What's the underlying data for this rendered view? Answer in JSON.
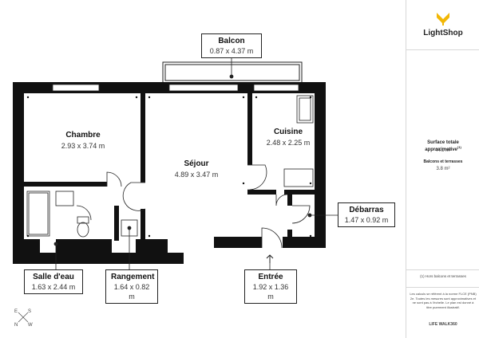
{
  "brand": {
    "name": "LightShop",
    "accent": "#f2b705"
  },
  "rooms": [
    {
      "id": "chambre",
      "name": "Chambre",
      "dims": "2.93 x 3.74 m"
    },
    {
      "id": "sejour",
      "name": "Séjour",
      "dims": "4.89 x 3.47 m"
    },
    {
      "id": "cuisine",
      "name": "Cuisine",
      "dims": "2.48 x 2.25 m"
    }
  ],
  "callouts": [
    {
      "id": "balcon",
      "name": "Balcon",
      "dims": "0.87 x 4.37 m"
    },
    {
      "id": "debarras",
      "name": "Débarras",
      "dims": "1.47 x 0.92 m"
    },
    {
      "id": "salle-deau",
      "name": "Salle d'eau",
      "dims": "1.63 x 2.44 m"
    },
    {
      "id": "rangement",
      "name": "Rangement",
      "dims": "1.64 x 0.82 m"
    },
    {
      "id": "entree",
      "name": "Entrée",
      "dims": "1.92 x 1.36 m"
    }
  ],
  "summary": {
    "total_label": "Surface totale approximative",
    "total_sup": "(1)",
    "total_value": "44.1 m²",
    "balcony_label": "Balcons et terrasses",
    "balcony_value": "3.8 m²",
    "footnote": "(1) Hors balcons et terrasses",
    "disclaimer": "Les calculs se réfèrent à la norme FLCE (PNB) 2e. Toutes les mesures sont approximatives et ne sont pas à l'échelle. Le plan est donné à titre purement illustratif.",
    "credit": "LIFE WALK360"
  },
  "compass": {
    "n": "N",
    "e": "E",
    "s": "S",
    "w": "W"
  }
}
